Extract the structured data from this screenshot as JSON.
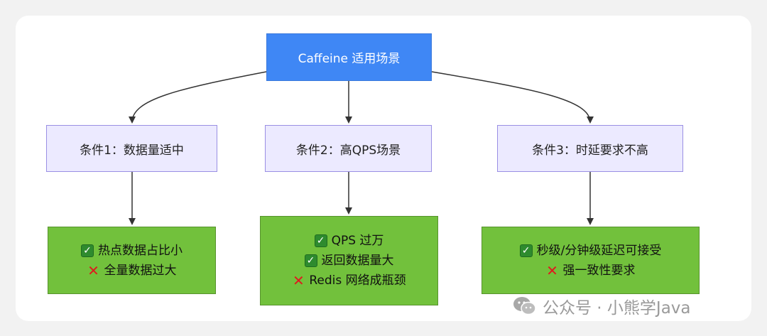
{
  "root": {
    "label": "Caffeine 适用场景"
  },
  "conditions": [
    {
      "label": "条件1：数据量适中"
    },
    {
      "label": "条件2：高QPS场景"
    },
    {
      "label": "条件3：时延要求不高"
    }
  ],
  "results": [
    {
      "lines": [
        {
          "mark": "check",
          "text": "热点数据占比小"
        },
        {
          "mark": "cross",
          "text": "全量数据过大"
        }
      ]
    },
    {
      "lines": [
        {
          "mark": "check",
          "text": "QPS 过万"
        },
        {
          "mark": "check",
          "text": "返回数据量大"
        },
        {
          "mark": "cross",
          "text": "Redis 网络成瓶颈"
        }
      ]
    },
    {
      "lines": [
        {
          "mark": "check",
          "text": "秒级/分钟级延迟可接受"
        },
        {
          "mark": "cross",
          "text": "强一致性要求"
        }
      ]
    }
  ],
  "watermark": {
    "icon": "wechat-icon",
    "text": "公众号 · 小熊学Java"
  },
  "colors": {
    "root_fill": "#3f87f5",
    "condition_fill": "#eceaff",
    "condition_border": "#9a8fe4",
    "result_fill": "#72c13c",
    "edge": "#333333"
  }
}
